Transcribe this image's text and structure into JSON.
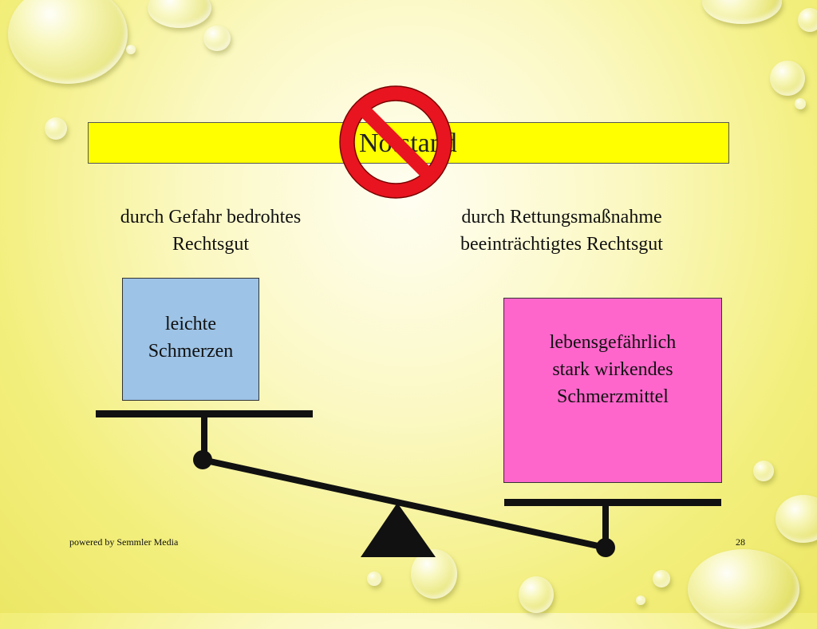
{
  "banner": {
    "title": "Notstand"
  },
  "headings": {
    "left": [
      "durch Gefahr bedrohtes",
      "Rechtsgut"
    ],
    "right": [
      "durch Rettungsmaßnahme",
      "beeinträchtigtes Rechtsgut"
    ]
  },
  "boxes": {
    "light": [
      "leichte",
      "Schmerzen"
    ],
    "strong": [
      "lebensgefährlich",
      "stark wirkendes",
      "Schmerzmittel"
    ]
  },
  "footer": {
    "credit": "powered by Semmler Media",
    "page_number": "28"
  },
  "colors": {
    "banner": "#ffff00",
    "box_light": "#9dc3e6",
    "box_strong": "#ff66cc",
    "prohibition": "#e8141f",
    "scale": "#111111"
  },
  "icons": {
    "prohibition": "no-entry-icon"
  }
}
